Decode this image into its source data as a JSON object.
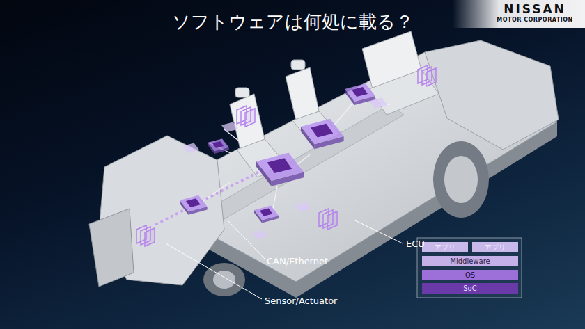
{
  "diagram": {
    "title": "ソフトウェアは何処に載る？",
    "nodes": [
      {
        "text": [
          "アプリ"
        ]
      },
      {
        "text": [
          "アプリ"
        ]
      },
      {
        "text": [
          "Middleware"
        ]
      },
      {
        "text": [
          "OS"
        ]
      },
      {
        "text": [
          "SoC"
        ]
      }
    ],
    "labels": [
      "NISSAN",
      "MOTOR CORPORATION",
      "ECU",
      "CAN/Ethernet",
      "Sensor/Actuator"
    ]
  }
}
